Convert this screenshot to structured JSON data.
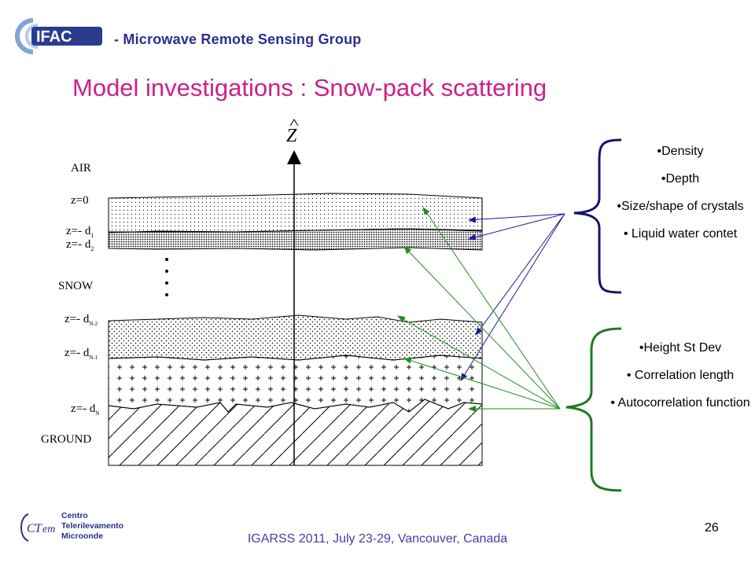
{
  "header": {
    "logo_text": "IFAC",
    "group_name": "-  Microwave Remote Sensing Group"
  },
  "title": "Model investigations : Snow-pack  scattering",
  "diagram": {
    "axis_label": "Z",
    "labels": {
      "air": "AIR",
      "snow": "SNOW",
      "ground": "GROUND",
      "z0": "z=0",
      "z_d1": "z=- d",
      "z_d1_sub": "1",
      "z_d2": "z=- d",
      "z_d2_sub": "2",
      "z_dn2": "z=- d",
      "z_dn2_sub": "N-2",
      "z_dn1": "z=- d",
      "z_dn1_sub": "N-1",
      "z_dn": "z=- d",
      "z_dn_sub": "N"
    }
  },
  "snow_params": {
    "items": [
      "•Density",
      "•Depth",
      "•Size/shape of crystals",
      "• Liquid water contet"
    ],
    "color": "#14146e"
  },
  "roughness_params": {
    "items": [
      "•Height St Dev",
      "• Correlation length",
      "• Autocorrelation function"
    ],
    "color": "#1f7a1f"
  },
  "footer": "IGARSS 2011, July 23-29, Vancouver, Canada",
  "page_number": "26",
  "partner_logo": {
    "lines": [
      "Centro",
      "Telerilevamento",
      "Microonde"
    ]
  },
  "colors": {
    "title": "#cc1f8a",
    "header": "#2b2f8f",
    "blue_arrows": "#1a1aa0",
    "green_arrows": "#1f8f1f"
  }
}
